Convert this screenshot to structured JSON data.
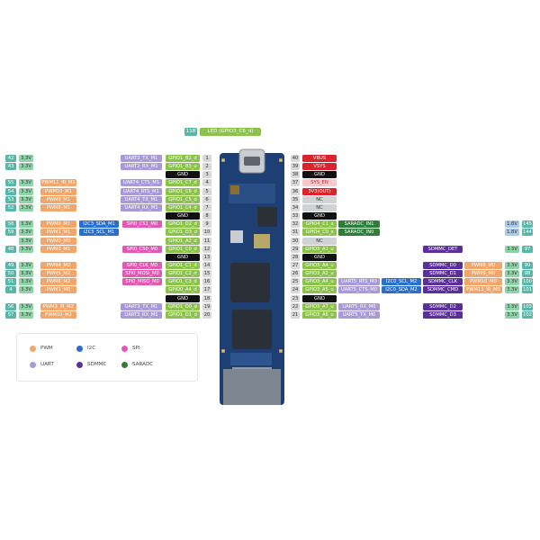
{
  "led": {
    "num": "118",
    "label": "LED (GPIO3_C6_d)"
  },
  "left_rows": [
    {
      "num": "42",
      "volt": "3.3V",
      "pwm": "",
      "i2c": "",
      "spi": "",
      "uart": "UART2_TX_M1",
      "gpio": "GPIO1_B2_d",
      "pin": "1"
    },
    {
      "num": "43",
      "volt": "3.3V",
      "pwm": "",
      "i2c": "",
      "spi": "",
      "uart": "UART2_RX_M1",
      "gpio": "GPIO1_B3_u",
      "pin": "2"
    },
    {
      "num": "",
      "volt": "",
      "pwm": "",
      "i2c": "",
      "spi": "",
      "uart": "",
      "gpio": "GND",
      "pin": "3",
      "gnd": true
    },
    {
      "num": "55",
      "volt": "3.3V",
      "pwm": "PWM11_IR_M1",
      "i2c": "",
      "spi": "",
      "uart": "UART4_CTS_M1",
      "gpio": "GPIO1_C7_d",
      "pin": "4"
    },
    {
      "num": "54",
      "volt": "3.3V",
      "pwm": "PWM10_M1",
      "i2c": "",
      "spi": "",
      "uart": "UART4_RTS_M1",
      "gpio": "GPIO1_C6_d",
      "pin": "5"
    },
    {
      "num": "53",
      "volt": "3.3V",
      "pwm": "PWM9_M1",
      "i2c": "",
      "spi": "",
      "uart": "UART4_TX_M1",
      "gpio": "GPIO1_C5_d",
      "pin": "6"
    },
    {
      "num": "52",
      "volt": "3.3V",
      "pwm": "PWM8_M1",
      "i2c": "",
      "spi": "",
      "uart": "UART4_RX_M1",
      "gpio": "GPIO1_C4_d",
      "pin": "7"
    },
    {
      "num": "",
      "volt": "",
      "pwm": "",
      "i2c": "",
      "spi": "",
      "uart": "",
      "gpio": "GND",
      "pin": "8",
      "gnd": true
    },
    {
      "num": "58",
      "volt": "3.3V",
      "pwm": "PWM0_M1",
      "i2c": "I2C3_SDA_M1",
      "spi": "SPI0_CS1_M0",
      "uart": "",
      "gpio": "GPIO1_D2_d",
      "pin": "9"
    },
    {
      "num": "59",
      "volt": "3.3V",
      "pwm": "PWM1_M1",
      "i2c": "I2C3_SCL_M1",
      "spi": "",
      "uart": "",
      "gpio": "GPIO1_D3_d",
      "pin": "10"
    },
    {
      "num": "",
      "volt": "3.3V",
      "pwm": "PWM0_M0",
      "i2c": "",
      "spi": "",
      "uart": "",
      "gpio": "GPIO1_A2_d",
      "pin": "11"
    },
    {
      "num": "48",
      "volt": "3.3V",
      "pwm": "PWM2_M1",
      "i2c": "",
      "spi": "SPI0_CS0_M0",
      "uart": "",
      "gpio": "GPIO1_C0_d",
      "pin": "12"
    },
    {
      "num": "",
      "volt": "",
      "pwm": "",
      "i2c": "",
      "spi": "",
      "uart": "",
      "gpio": "GND",
      "pin": "13",
      "gnd": true
    },
    {
      "num": "49",
      "volt": "3.3V",
      "pwm": "PWM4_M2",
      "i2c": "",
      "spi": "SPI0_CLK_M0",
      "uart": "",
      "gpio": "GPIO1_C1_d",
      "pin": "14"
    },
    {
      "num": "50",
      "volt": "3.3V",
      "pwm": "PWM5_M2",
      "i2c": "",
      "spi": "SPI0_MOSI_M0",
      "uart": "",
      "gpio": "GPIO1_C2_d",
      "pin": "15"
    },
    {
      "num": "51",
      "volt": "3.3V",
      "pwm": "PWM6_M2",
      "i2c": "",
      "spi": "SPI0_MISO_M0",
      "uart": "",
      "gpio": "GPIO1_C3_d",
      "pin": "16"
    },
    {
      "num": "4",
      "volt": "3.3V",
      "pwm": "PWM1_M0",
      "i2c": "",
      "spi": "",
      "uart": "",
      "gpio": "GPIO0_A4_d",
      "pin": "17"
    },
    {
      "num": "",
      "volt": "",
      "pwm": "",
      "i2c": "",
      "spi": "",
      "uart": "",
      "gpio": "GND",
      "pin": "18",
      "gnd": true
    },
    {
      "num": "56",
      "volt": "3.3V",
      "pwm": "PWM3_IR_M2",
      "i2c": "",
      "spi": "",
      "uart": "UART3_TX_M1",
      "gpio": "GPIO1_D0_d",
      "pin": "19"
    },
    {
      "num": "57",
      "volt": "3.3V",
      "pwm": "PWM10_M2",
      "i2c": "",
      "spi": "",
      "uart": "UART3_RX_M1",
      "gpio": "GPIO1_D1_d",
      "pin": "20"
    }
  ],
  "right_rows": [
    {
      "pin": "40",
      "name": "VBUS",
      "kind": "pwr",
      "f1": "",
      "f2": "",
      "f3": "",
      "f4": "",
      "volt": "",
      "num": ""
    },
    {
      "pin": "39",
      "name": "VSYS",
      "kind": "pwr",
      "f1": "",
      "f2": "",
      "f3": "",
      "f4": "",
      "volt": "",
      "num": ""
    },
    {
      "pin": "38",
      "name": "GND",
      "kind": "gnd",
      "f1": "",
      "f2": "",
      "f3": "",
      "f4": "",
      "volt": "",
      "num": ""
    },
    {
      "pin": "37",
      "name": "SYS_EN",
      "kind": "sys",
      "f1": "",
      "f2": "",
      "f3": "",
      "f4": "",
      "volt": "",
      "num": ""
    },
    {
      "pin": "36",
      "name": "3V3(OUT)",
      "kind": "pwr",
      "f1": "",
      "f2": "",
      "f3": "",
      "f4": "",
      "volt": "",
      "num": ""
    },
    {
      "pin": "35",
      "name": "NC",
      "kind": "nc",
      "f1": "",
      "f2": "",
      "f3": "",
      "f4": "",
      "volt": "",
      "num": ""
    },
    {
      "pin": "34",
      "name": "NC",
      "kind": "nc",
      "f1": "",
      "f2": "",
      "f3": "",
      "f4": "",
      "volt": "",
      "num": ""
    },
    {
      "pin": "33",
      "name": "GND",
      "kind": "gnd",
      "f1": "",
      "f2": "",
      "f3": "",
      "f4": "",
      "volt": "",
      "num": ""
    },
    {
      "pin": "32",
      "name": "GPIO4_C1_s",
      "kind": "gpio",
      "f1": "SARADC_IN1",
      "f2": "",
      "f3": "",
      "f4": "",
      "volt": "1.8V",
      "num": "145"
    },
    {
      "pin": "31",
      "name": "GPIO4_C0_s",
      "kind": "gpio",
      "f1": "SARADC_IN0",
      "f2": "",
      "f3": "",
      "f4": "",
      "volt": "1.8V",
      "num": "144"
    },
    {
      "pin": "30",
      "name": "NC",
      "kind": "nc",
      "f1": "",
      "f2": "",
      "f3": "",
      "f4": "",
      "volt": "",
      "num": ""
    },
    {
      "pin": "29",
      "name": "GPIO3_A1_u",
      "kind": "gpio",
      "f1": "",
      "f2": "",
      "f3": "SDMMC_DET",
      "f4": "",
      "volt": "3.3V",
      "num": "97"
    },
    {
      "pin": "28",
      "name": "GND",
      "kind": "gnd",
      "f1": "",
      "f2": "",
      "f3": "",
      "f4": "",
      "volt": "",
      "num": ""
    },
    {
      "pin": "27",
      "name": "GPIO3_A4_u",
      "kind": "gpio",
      "f1": "",
      "f2": "",
      "f3": "SDMMC_D0",
      "f4": "PWM8_M0",
      "volt": "3.3V",
      "num": "99"
    },
    {
      "pin": "26",
      "name": "GPIO3_A2_u",
      "kind": "gpio",
      "f1": "",
      "f2": "",
      "f3": "SDMMC_D1",
      "f4": "PWM9_M0",
      "volt": "3.3V",
      "num": "98"
    },
    {
      "pin": "25",
      "name": "GPIO3_A4_u",
      "kind": "gpio",
      "f1": "UART5_RTS_M0",
      "f2": "I2C0_SCL_M2",
      "f3": "SDMMC_CLK",
      "f4": "PWM10_M0",
      "volt": "3.3V",
      "num": "100"
    },
    {
      "pin": "24",
      "name": "GPIO3_A5_u",
      "kind": "gpio",
      "f1": "UART5_CTS_M0",
      "f2": "I2C0_SDA_M2",
      "f3": "SDMMC_CMD",
      "f4": "PWM11_IR_M0",
      "volt": "3.3V",
      "num": "101"
    },
    {
      "pin": "23",
      "name": "GND",
      "kind": "gnd",
      "f1": "",
      "f2": "",
      "f3": "",
      "f4": "",
      "volt": "",
      "num": ""
    },
    {
      "pin": "22",
      "name": "GPIO3_A7_u",
      "kind": "gpio",
      "f1": "UART5_RX_M0",
      "f2": "",
      "f3": "SDMMC_D2",
      "f4": "",
      "volt": "3.3V",
      "num": "103"
    },
    {
      "pin": "21",
      "name": "GPIO3_A6_u",
      "kind": "gpio",
      "f1": "UART5_TX_M0",
      "f2": "",
      "f3": "SDMMC_D3",
      "f4": "",
      "volt": "3.3V",
      "num": "102"
    }
  ],
  "legend": [
    {
      "label": "PWM",
      "color": "#f2a66c"
    },
    {
      "label": "I2C",
      "color": "#2a6fc9"
    },
    {
      "label": "SPI",
      "color": "#e05ab4"
    },
    {
      "label": "UART",
      "color": "#a89ad6"
    },
    {
      "label": "SDMMC",
      "color": "#5b2e99"
    },
    {
      "label": "SARADC",
      "color": "#2f7d3a"
    }
  ]
}
